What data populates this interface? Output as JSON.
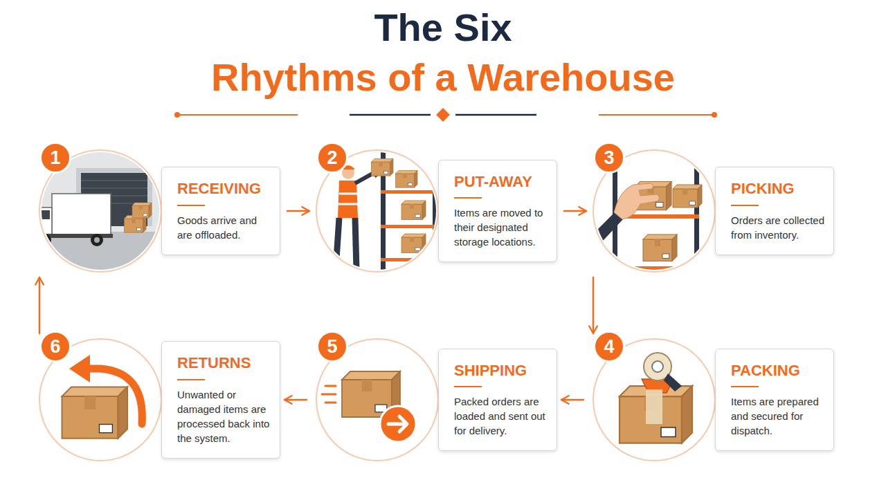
{
  "diagram": {
    "title": "The Six",
    "nodes": [
      {
        "text": [
          "1",
          "RECEIVING",
          "Goods arrive and are offloaded."
        ]
      },
      {
        "text": [
          "2",
          "PUT-AWAY",
          "Items are moved to their designated storage locations."
        ]
      },
      {
        "text": [
          "3",
          "PICKING",
          "Orders are collected from inventory."
        ]
      },
      {
        "text": [
          "4",
          "PACKING",
          "Items are prepared and secured for dispatch."
        ]
      },
      {
        "text": [
          "5",
          "SHIPPING",
          "Packed orders are loaded and sent out for delivery."
        ]
      },
      {
        "text": [
          "6",
          "RETURNS",
          "Unwanted or damaged items are processed back into the system."
        ]
      }
    ],
    "edges": [
      {
        "from": 0,
        "to": 1,
        "arrow": "to"
      },
      {
        "from": 1,
        "to": 2,
        "arrow": "to"
      },
      {
        "from": 2,
        "to": 3,
        "arrow": "to"
      },
      {
        "from": 3,
        "to": 4,
        "arrow": "to"
      },
      {
        "from": 4,
        "to": 5,
        "arrow": "to"
      },
      {
        "from": 5,
        "to": 0,
        "arrow": "to"
      }
    ],
    "labels": [
      "Rhythms of a Warehouse"
    ]
  }
}
